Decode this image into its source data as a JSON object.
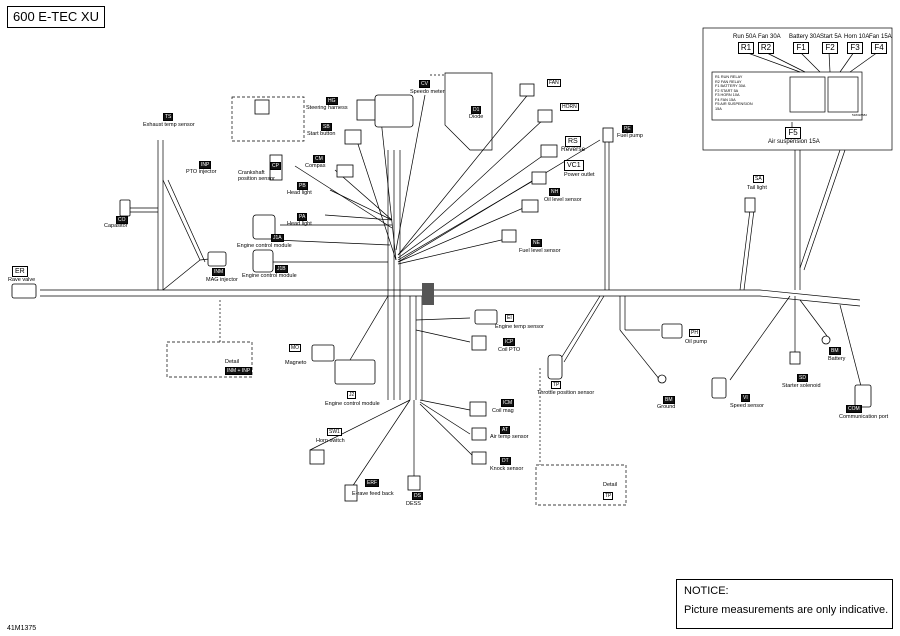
{
  "title": "600 E-TEC XU",
  "document_code": "41M1375",
  "notice": {
    "heading": "NOTICE:",
    "text": "Picture measurements are only indicative."
  },
  "fuse_box": {
    "fuses": [
      {
        "label": "Run 50A",
        "code": "R1"
      },
      {
        "label": "Fan 30A",
        "code": "R2"
      },
      {
        "label": "Battery 30A",
        "code": "F1"
      },
      {
        "label": "Start 5A",
        "code": "F2"
      },
      {
        "label": "Horn 10A",
        "code": "F3"
      },
      {
        "label": "Fan 15A",
        "code": "F4"
      }
    ],
    "legend": [
      "R1 RUN RELAY",
      "R2 FAN RELAY",
      "F1 BATTERY 30A",
      "F2 START 5A",
      "F3 HORN 10A",
      "F4 FAN 15A",
      "F5 AIR SUSPENSION",
      "15A"
    ],
    "part_number": "518328582",
    "air_suspension": {
      "label": "Air suspension 15A",
      "code": "F5"
    }
  },
  "components": {
    "rave_valve": {
      "code": "ER",
      "label": "Rave valve"
    },
    "exhaust_temp": {
      "code": "TS",
      "label": "Exhaust temp sensor"
    },
    "pto_injector": {
      "code": "INP",
      "label": "PTO injector"
    },
    "capacitor": {
      "code": "CO",
      "label": "Capasitor"
    },
    "mag_injector": {
      "code": "INM",
      "label": "MAG injector"
    },
    "steering_harness": {
      "code": "HG",
      "label": "Steering harness"
    },
    "start_button": {
      "code": "SB",
      "label": "Start button"
    },
    "speedo_meter": {
      "code": "CV",
      "label": "Speedo meter"
    },
    "diode": {
      "code": "D1",
      "label": "Diode"
    },
    "crankshaft": {
      "code": "CP",
      "label": "Crankshaft position sensor"
    },
    "compas": {
      "code": "CM",
      "label": "Compas"
    },
    "head_light_b": {
      "code": "PB",
      "label": "Head light"
    },
    "head_light_a": {
      "code": "PA",
      "label": "Head light"
    },
    "ecm_j1a": {
      "code": "J1A",
      "label": "Engine control module"
    },
    "ecm_j1b": {
      "code": "J1B",
      "label": "Engine control module"
    },
    "fan": {
      "code": "FAN"
    },
    "horn": {
      "code": "HORN"
    },
    "reverse": {
      "code": "RS",
      "label": "Reverse"
    },
    "power_outlet": {
      "code": "VC1",
      "label": "Power outlet"
    },
    "oil_level": {
      "code": "NH",
      "label": "Oil level sensor"
    },
    "fuel_level": {
      "code": "NE",
      "label": "Fuel level sensor"
    },
    "fuel_pump": {
      "code": "PE",
      "label": "Fuel pump"
    },
    "tail_light": {
      "code": "SA",
      "label": "Tail light"
    },
    "magneto": {
      "code": "MO",
      "label": "Magneto"
    },
    "ecm_j2": {
      "code": "J2",
      "label": "Engine control module"
    },
    "engine_temp": {
      "code": "EI",
      "label": "Engine temp sensor"
    },
    "coil_pto": {
      "code": "ICP",
      "label": "Coil PTO"
    },
    "throttle": {
      "code": "TP",
      "label": "Throttle position sensor"
    },
    "oil_pump": {
      "code": "PH",
      "label": "Oil pump"
    },
    "ground": {
      "code": "BM",
      "label": "Ground"
    },
    "battery": {
      "code": "BM",
      "label": "Battery"
    },
    "starter_solenoid": {
      "code": "SD",
      "label": "Starter solenoid"
    },
    "speed_sensor": {
      "code": "VI",
      "label": "Speed sensor"
    },
    "comm_port": {
      "code": "COM",
      "label": "Communication port"
    },
    "horn_switch": {
      "code": "SW1",
      "label": "Horn switch"
    },
    "coil_mag": {
      "code": "ICM",
      "label": "Coil mag"
    },
    "air_temp": {
      "code": "AT",
      "label": "Air temp sensor"
    },
    "knock": {
      "code": "DT",
      "label": "Knock sensor"
    },
    "erave_feedback": {
      "code": "ERF",
      "label": "E-rave feed back"
    },
    "dess": {
      "code": "DS",
      "label": "DESS"
    }
  },
  "details": [
    {
      "label": "Detail",
      "code": "INM + INP"
    },
    {
      "label": "Detail",
      "code": "TP"
    }
  ]
}
